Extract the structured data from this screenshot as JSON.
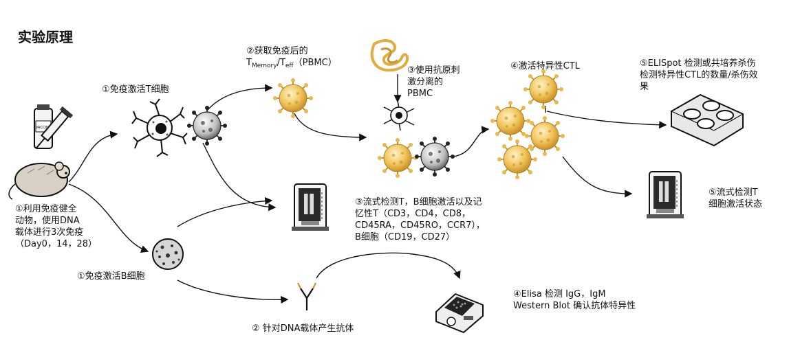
{
  "title": "实验原理",
  "texts": {
    "immunize": [
      "①利用免疫健全",
      "动物，使用DNA",
      "载体进行3次免疫",
      "（Day0，14，28）"
    ],
    "t_cell_activation": "①免疫激活T细胞",
    "b_cell_activation": "①免疫激活B细胞",
    "pbmc_t": "T",
    "pbmc_memory_sub": "Memory",
    "pbmc_eff": "/T",
    "pbmc_eff_sub": "eff",
    "pbmc_paren": "（PBMC）",
    "pbmc_line1": "②获取免疫后的",
    "antigen": [
      "③使用抗原刺",
      "激分离的",
      "PBMC"
    ],
    "ctl": "④激活特异性CTL",
    "elispot": [
      "⑤ELISpot 检测或共培养杀伤",
      "检测特异性CTL的数量/杀伤效",
      "果"
    ],
    "flow_main": [
      "③流式检测T，B细胞激活以及记",
      "忆性T（CD3，CD4，CD8，",
      "CD45RA，CD45RO，CCR7），",
      "B细胞（CD19，CD27）"
    ],
    "flow_right": [
      "⑤流式检测T",
      "细胞激活状态"
    ],
    "antibody": "② 针对DNA载体产生抗体",
    "elisa": [
      "④Elisa 检测 IgG，IgM",
      "Western Blot 确认抗体特异性"
    ]
  },
  "icons": {
    "vaccine": "vaccine-vial-and-syringe-icon",
    "mouse": "mouse-icon",
    "dendritic": "dendritic-cell-icon",
    "virus": "virus-icon",
    "b_cell": "b-cell-icon",
    "flow_cytometer": "flow-cytometer-icon",
    "antigen_protein": "antigen-protein-icon",
    "well_plate": "well-plate-icon",
    "antibody": "antibody-icon",
    "elisa_reader": "elisa-reader-icon"
  },
  "colors": {
    "gold_virus": "#e8b84a",
    "gray_virus": "#8a8a8a",
    "line": "#111111"
  }
}
